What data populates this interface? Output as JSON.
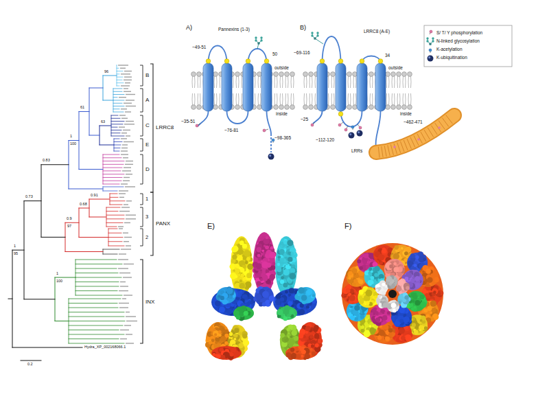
{
  "diagram": {
    "labels": [
      "B",
      "A",
      "C",
      "E",
      "D",
      "LRRC8",
      "1",
      "3",
      "2",
      "PANX",
      "INX",
      "96",
      "63",
      "61",
      "1",
      "100",
      "0.83",
      "0.73",
      "0.91",
      "0.68",
      "0.9",
      "97",
      "1",
      "95",
      "1",
      "100",
      "Hydra_XP_002168066.1",
      "0.2",
      "A)",
      "Pannexins (1-3)",
      "~49-51",
      "50",
      "outside",
      "inside",
      "~35-51",
      "~76-81",
      "~98-365",
      "B)",
      "LRRC8 (A-E)",
      "~69-116",
      "34",
      "outside",
      "inside",
      "~25",
      "~112-120",
      "~462-471",
      "LRRs",
      "E)",
      "F)"
    ],
    "legend": [
      {
        "text": "S/ T/ Y phosphorylation"
      },
      {
        "text": "N-linked glycosylation"
      },
      {
        "text": "K-acetylation"
      },
      {
        "text": "K-ubiquitination"
      }
    ]
  }
}
